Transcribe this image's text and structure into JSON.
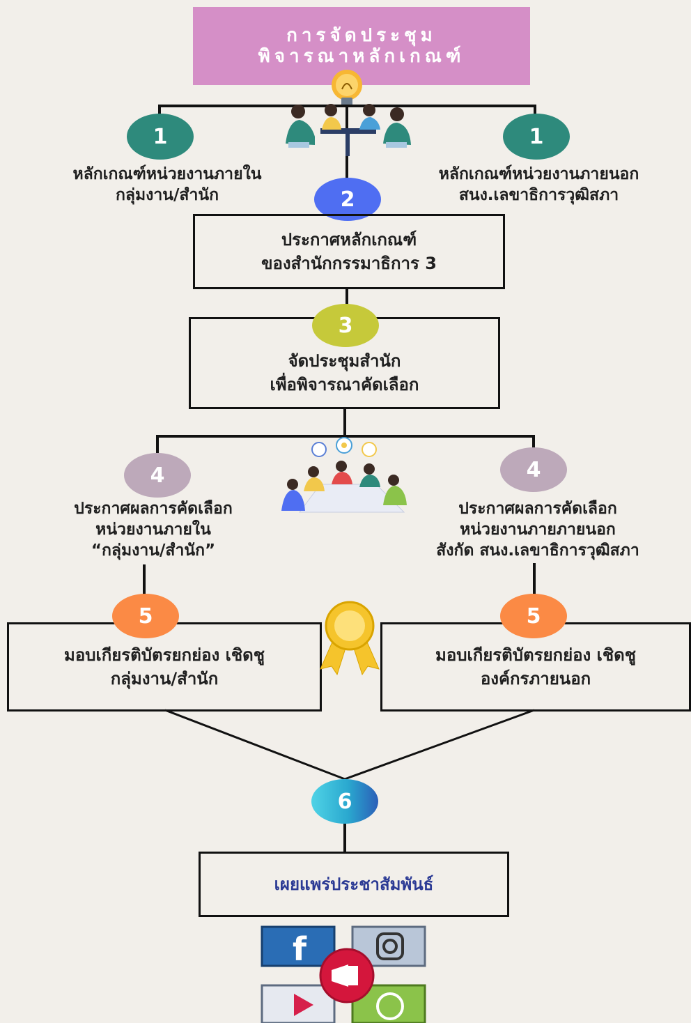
{
  "title": {
    "line1": "การจัดประชุม",
    "line2": "พิจารณาหลักเกณฑ์"
  },
  "step1": {
    "left": {
      "number": "1",
      "line1": "หลักเกณฑ์หน่วยงานภายใน",
      "line2": "กลุ่มงาน/สำนัก"
    },
    "right": {
      "number": "1",
      "line1": "หลักเกณฑ์หน่วยงานภายนอก",
      "line2": "สนง.เลขาธิการวุฒิสภา"
    }
  },
  "step2": {
    "number": "2",
    "line1": "ประกาศหลักเกณฑ์",
    "line2": "ของสำนักกรรมาธิการ 3"
  },
  "step3": {
    "number": "3",
    "line1": "จัดประชุมสำนัก",
    "line2": "เพื่อพิจารณาคัดเลือก"
  },
  "step4": {
    "left": {
      "number": "4",
      "line1": "ประกาศผลการคัดเลือก",
      "line2": "หน่วยงานภายใน",
      "line3": "“กลุ่มงาน/สำนัก”"
    },
    "right": {
      "number": "4",
      "line1": "ประกาศผลการคัดเลือก",
      "line2": "หน่วยงานภายภายนอก",
      "line3": "สังกัด สนง.เลขาธิการวุฒิสภา"
    }
  },
  "step5": {
    "left": {
      "number": "5",
      "line1": "มอบเกียรติบัตรยกย่อง เชิดชู",
      "line2": "กลุ่มงาน/สำนัก"
    },
    "right": {
      "number": "5",
      "line1": "มอบเกียรติบัตรยกย่อง เชิดชู",
      "line2": "องค์กรภายนอก"
    }
  },
  "step6": {
    "number": "6",
    "label": "เผยแพร่ประชาสัมพันธ์"
  },
  "colors": {
    "title_bg": "#d58fc7",
    "step1": "#2e8a7c",
    "step2": "#4f6ef2",
    "step3": "#c6c93a",
    "step4": "#bda9ba",
    "step5": "#fb8a45",
    "step6": "#2aa8cf",
    "publish_text": "#2b3a94"
  },
  "icons": [
    "lightbulb-icon",
    "meeting-people-icon",
    "conference-table-icon",
    "award-medal-icon",
    "facebook-icon",
    "instagram-icon",
    "youtube-icon",
    "whatsapp-icon",
    "megaphone-icon"
  ]
}
